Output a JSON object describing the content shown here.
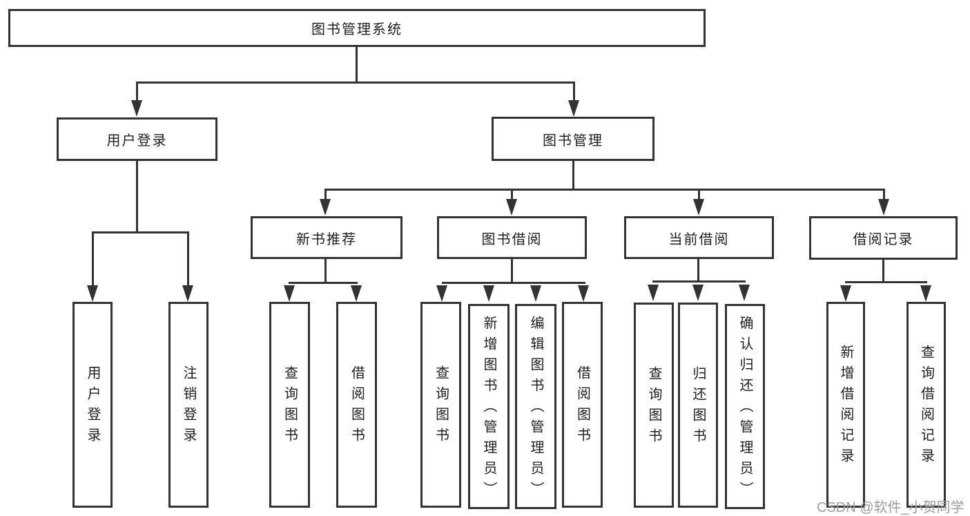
{
  "colors": {
    "background": "#ffffff",
    "line": "#333333",
    "text": "#1f1f1f",
    "watermark": "#9c9c9c"
  },
  "tree": {
    "root": {
      "label": "图书管理系统",
      "children": [
        {
          "label": "用户登录",
          "children": [
            {
              "label": "用户登录"
            },
            {
              "label": "注销登录"
            }
          ]
        },
        {
          "label": "图书管理",
          "children": [
            {
              "label": "新书推荐",
              "children": [
                {
                  "label": "查询图书"
                },
                {
                  "label": "借阅图书"
                }
              ]
            },
            {
              "label": "图书借阅",
              "children": [
                {
                  "label": "查询图书"
                },
                {
                  "label": "新增图书（管理员）"
                },
                {
                  "label": "编辑图书（管理员）"
                },
                {
                  "label": "借阅图书"
                }
              ]
            },
            {
              "label": "当前借阅",
              "children": [
                {
                  "label": "查询图书"
                },
                {
                  "label": "归还图书"
                },
                {
                  "label": "确认归还（管理员）"
                }
              ]
            },
            {
              "label": "借阅记录",
              "children": [
                {
                  "label": "新增借阅记录"
                },
                {
                  "label": "查询借阅记录"
                }
              ]
            }
          ]
        }
      ]
    }
  },
  "watermark": {
    "text": "CSDN @软件_小贺同学"
  }
}
